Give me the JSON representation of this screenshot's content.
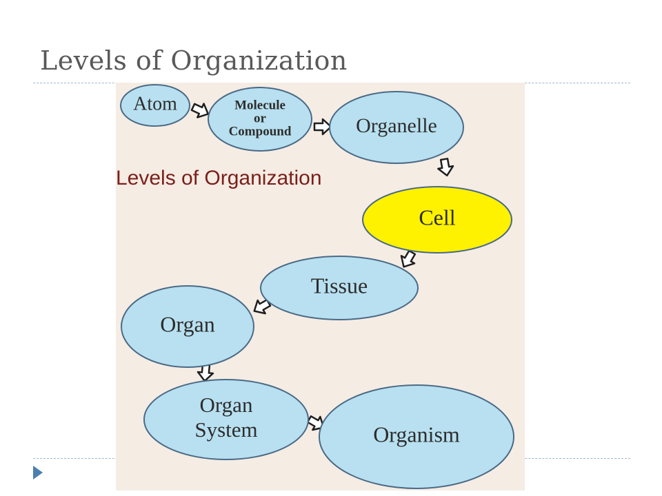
{
  "slide": {
    "title": "Levels of Organization"
  },
  "diagram": {
    "inner_title": "Levels of Organization",
    "nodes": [
      {
        "key": "atom",
        "lines": [
          "Atom"
        ],
        "fill": "#b8e0f0"
      },
      {
        "key": "molecule",
        "lines": [
          "Molecule",
          "or",
          "Compound"
        ],
        "fill": "#b8e0f0"
      },
      {
        "key": "organelle",
        "lines": [
          "Organelle"
        ],
        "fill": "#b8e0f0"
      },
      {
        "key": "cell",
        "lines": [
          "Cell"
        ],
        "fill": "#fff200"
      },
      {
        "key": "tissue",
        "lines": [
          "Tissue"
        ],
        "fill": "#b8e0f0"
      },
      {
        "key": "organ",
        "lines": [
          "Organ"
        ],
        "fill": "#b8e0f0"
      },
      {
        "key": "organ-system",
        "lines": [
          "Organ",
          "System"
        ],
        "fill": "#b8e0f0"
      },
      {
        "key": "organism",
        "lines": [
          "Organism"
        ],
        "fill": "#b8e0f0"
      }
    ],
    "edges": [
      [
        "atom",
        "molecule"
      ],
      [
        "molecule",
        "organelle"
      ],
      [
        "organelle",
        "cell"
      ],
      [
        "cell",
        "tissue"
      ],
      [
        "tissue",
        "organ"
      ],
      [
        "organ",
        "organ-system"
      ],
      [
        "organ-system",
        "organism"
      ]
    ]
  },
  "colors": {
    "title_text": "#595959",
    "inner_title": "#7a1f1a",
    "node_default": "#b8e0f0",
    "node_highlight": "#fff200",
    "bullet": "#4a7fb0"
  }
}
